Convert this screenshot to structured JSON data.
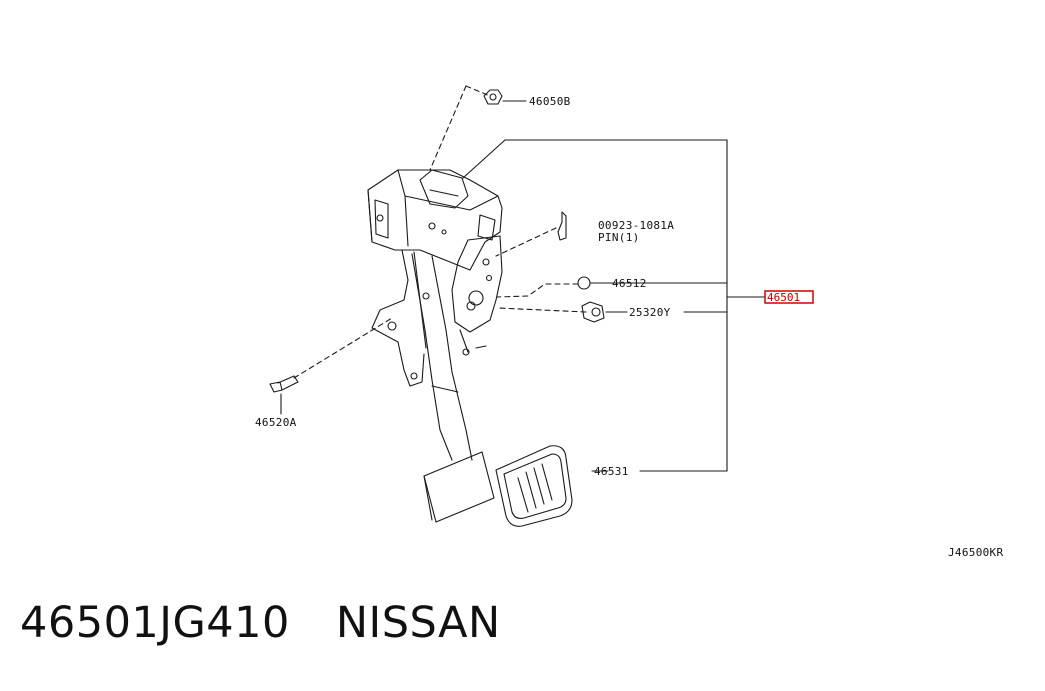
{
  "diagram": {
    "callouts": [
      {
        "id": "nut",
        "label": "46050B"
      },
      {
        "id": "pin",
        "label": "00923-1081A",
        "sub": "PIN(1)"
      },
      {
        "id": "bush",
        "label": "46512"
      },
      {
        "id": "switch",
        "label": "25320Y"
      },
      {
        "id": "bolt",
        "label": "46520A"
      },
      {
        "id": "pad",
        "label": "46531"
      }
    ],
    "assembly_label": "46501",
    "reference_code": "J46500KR",
    "colors": {
      "line": "#1a1a1a",
      "highlight": "#d40000"
    }
  },
  "caption": {
    "part_number": "46501JG410",
    "brand": "NISSAN"
  }
}
